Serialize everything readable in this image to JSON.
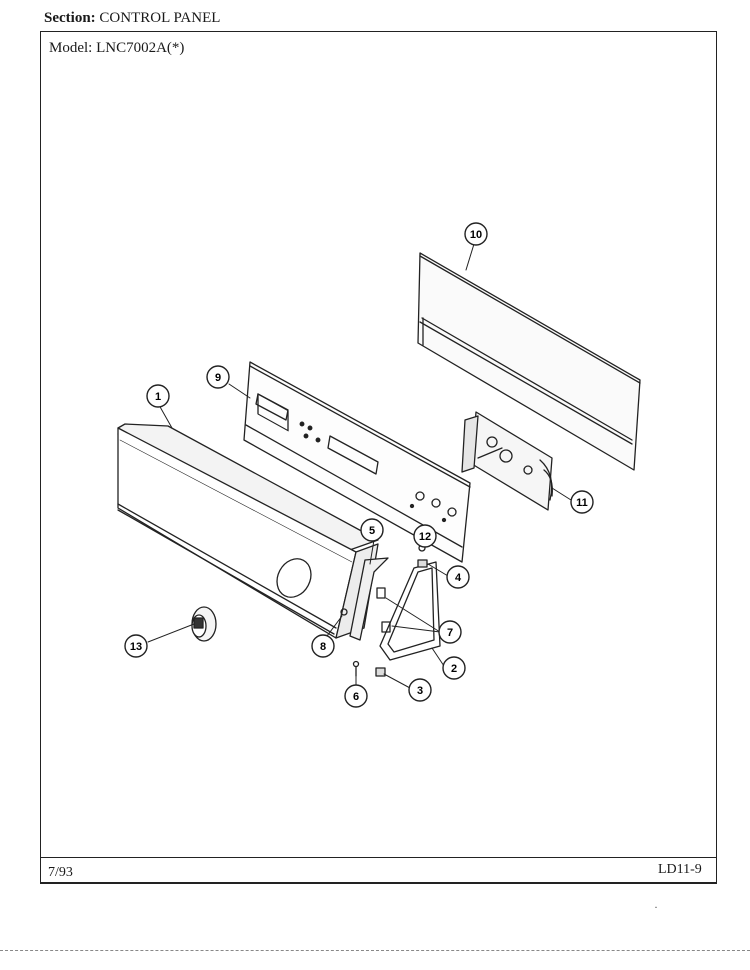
{
  "header": {
    "section_label": "Section:",
    "section_value": "CONTROL PANEL"
  },
  "model": {
    "label": "Model:",
    "value": "LNC7002A(*)"
  },
  "footer": {
    "date": "7/93",
    "page_id": "LD11-9"
  },
  "callouts": [
    {
      "number": "1"
    },
    {
      "number": "2"
    },
    {
      "number": "3"
    },
    {
      "number": "4"
    },
    {
      "number": "5"
    },
    {
      "number": "6"
    },
    {
      "number": "7"
    },
    {
      "number": "8"
    },
    {
      "number": "9"
    },
    {
      "number": "10"
    },
    {
      "number": "11"
    },
    {
      "number": "12"
    },
    {
      "number": "13"
    }
  ]
}
